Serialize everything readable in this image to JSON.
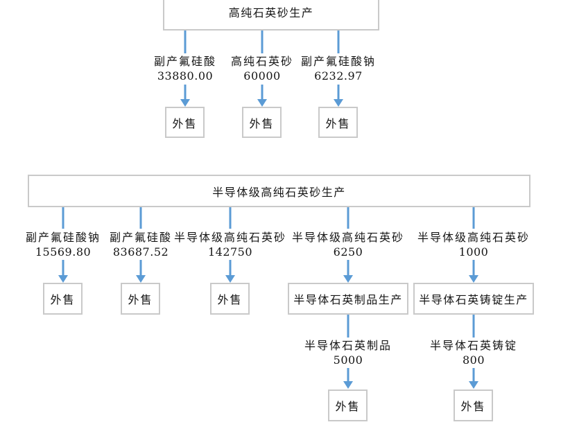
{
  "theme": {
    "arrow-color": "#5b9bd5",
    "box-border-color": "#c9c9c9",
    "text-color": "#151515",
    "background-color": "#ffffff"
  },
  "diagram": {
    "sections": [
      {
        "process": "高纯石英砂生产",
        "outputs": [
          {
            "product": "副产氟硅酸",
            "quantity": "33880.00",
            "destination": "外售"
          },
          {
            "product": "高纯石英砂",
            "quantity": "60000",
            "destination": "外售"
          },
          {
            "product": "副产氟硅酸钠",
            "quantity": "6232.97",
            "destination": "外售"
          }
        ]
      },
      {
        "process": "半导体级高纯石英砂生产",
        "outputs": [
          {
            "product": "副产氟硅酸钠",
            "quantity": "15569.80",
            "destination": "外售"
          },
          {
            "product": "副产氟硅酸",
            "quantity": "83687.52",
            "destination": "外售"
          },
          {
            "product": "半导体级高纯石英砂",
            "quantity": "142750",
            "destination": "外售"
          },
          {
            "product": "半导体级高纯石英砂",
            "quantity": "6250",
            "destination": "半导体石英制品生产"
          },
          {
            "product": "半导体级高纯石英砂",
            "quantity": "1000",
            "destination": "半导体石英铸锭生产"
          }
        ]
      },
      {
        "process": "半导体石英制品生产",
        "outputs": [
          {
            "product": "半导体石英制品",
            "quantity": "5000",
            "destination": "外售"
          }
        ]
      },
      {
        "process": "半导体石英铸锭生产",
        "outputs": [
          {
            "product": "半导体石英铸锭",
            "quantity": "800",
            "destination": "外售"
          }
        ]
      }
    ]
  }
}
